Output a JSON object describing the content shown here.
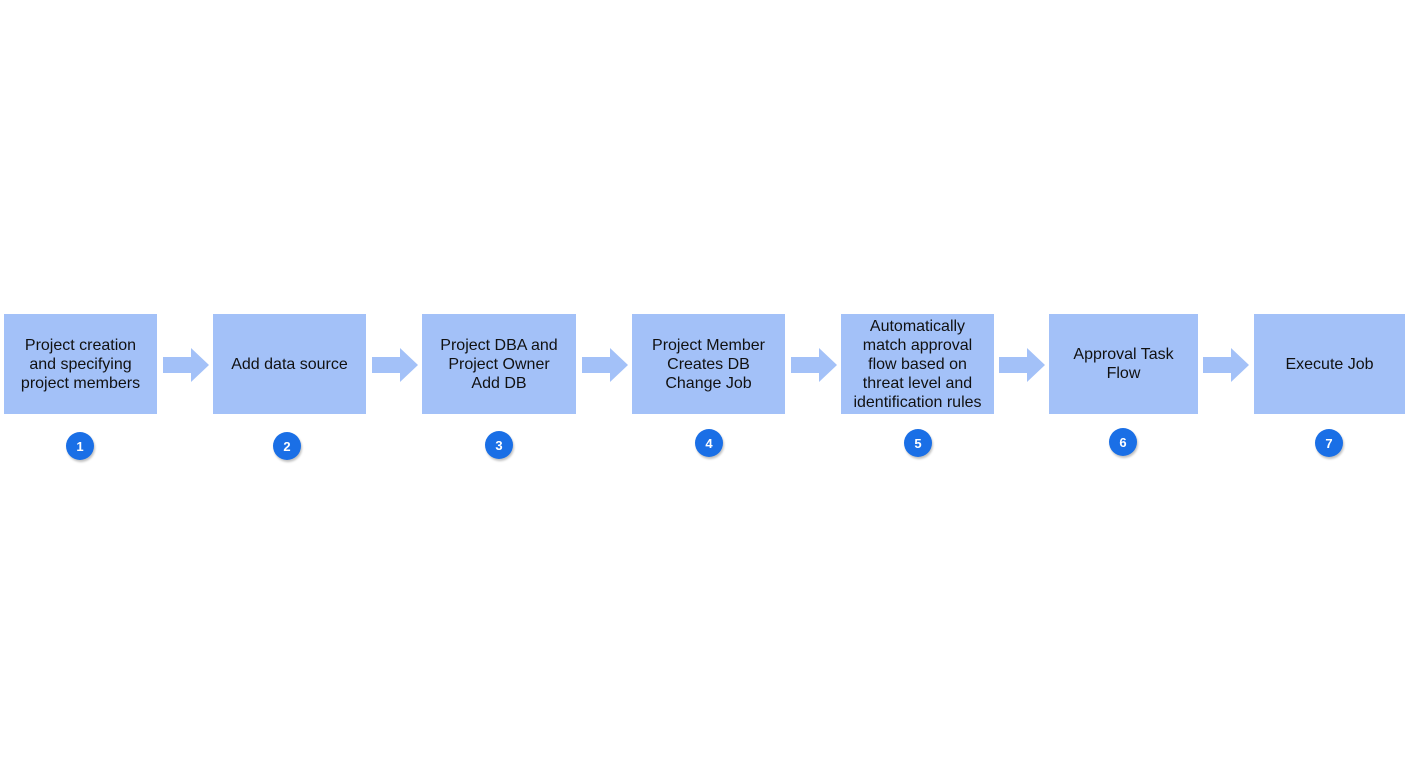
{
  "colors": {
    "box_fill": "#a3c1f8",
    "arrow_fill": "#a3c1f8",
    "badge_fill": "#1a6fe6",
    "badge_text": "#ffffff"
  },
  "steps": [
    {
      "label": "Project creation\nand specifying\nproject members",
      "number": "1"
    },
    {
      "label": "Add data source",
      "number": "2"
    },
    {
      "label": "Project DBA and\nProject Owner\nAdd DB",
      "number": "3"
    },
    {
      "label": "Project Member\nCreates DB\nChange Job",
      "number": "4"
    },
    {
      "label": "Automatically\nmatch approval\nflow based on\nthreat level and\nidentification rules",
      "number": "5"
    },
    {
      "label": "Approval Task\nFlow",
      "number": "6"
    },
    {
      "label": "Execute Job",
      "number": "7"
    }
  ]
}
